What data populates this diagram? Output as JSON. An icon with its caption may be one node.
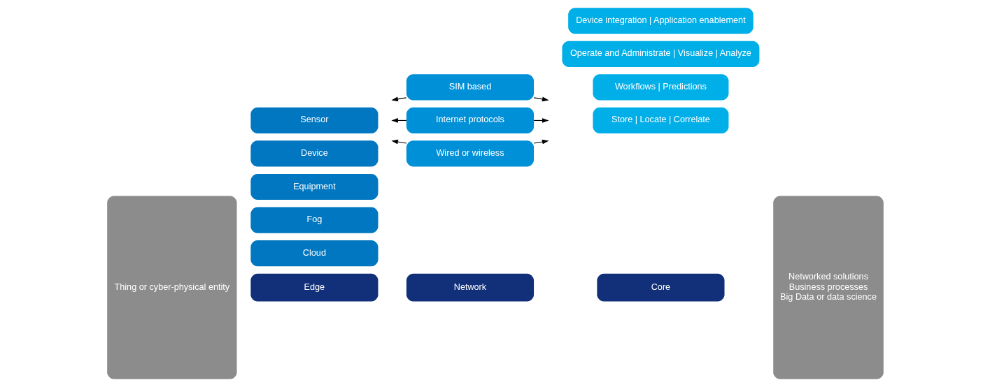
{
  "diagram": {
    "nodes": [
      {
        "text": [
          "Thing or cyber-physical entity"
        ]
      },
      {
        "text": [
          "Edge"
        ]
      },
      {
        "text": [
          "Network"
        ]
      },
      {
        "text": [
          "Core"
        ]
      },
      {
        "text": [
          "Cloud"
        ]
      },
      {
        "text": [
          "Fog"
        ]
      },
      {
        "text": [
          "Equipment"
        ]
      },
      {
        "text": [
          "Device"
        ]
      },
      {
        "text": [
          "Sensor"
        ]
      },
      {
        "text": [
          "SIM based"
        ]
      },
      {
        "text": [
          "Internet protocols"
        ]
      },
      {
        "text": [
          "Wired or wireless"
        ]
      },
      {
        "text": [
          "Workflows | Predictions"
        ]
      },
      {
        "text": [
          "Operate and Administrate | Visualize | Analyze"
        ]
      },
      {
        "text": [
          "Device integration | Application enablement"
        ]
      },
      {
        "text": [
          "Store | Locate | Correlate"
        ]
      },
      {
        "text": [
          "Networked solutions",
          "Business processes",
          "Big Data or data science"
        ]
      }
    ],
    "edges": [
      {
        "from": 9,
        "to": null,
        "arrow": "to"
      },
      {
        "from": 9,
        "to": null,
        "arrow": "to"
      },
      {
        "from": 10,
        "to": null,
        "arrow": "to"
      },
      {
        "from": 10,
        "to": null,
        "arrow": "to"
      },
      {
        "from": 11,
        "to": null,
        "arrow": "to"
      },
      {
        "from": 11,
        "to": null,
        "arrow": "to"
      }
    ]
  }
}
